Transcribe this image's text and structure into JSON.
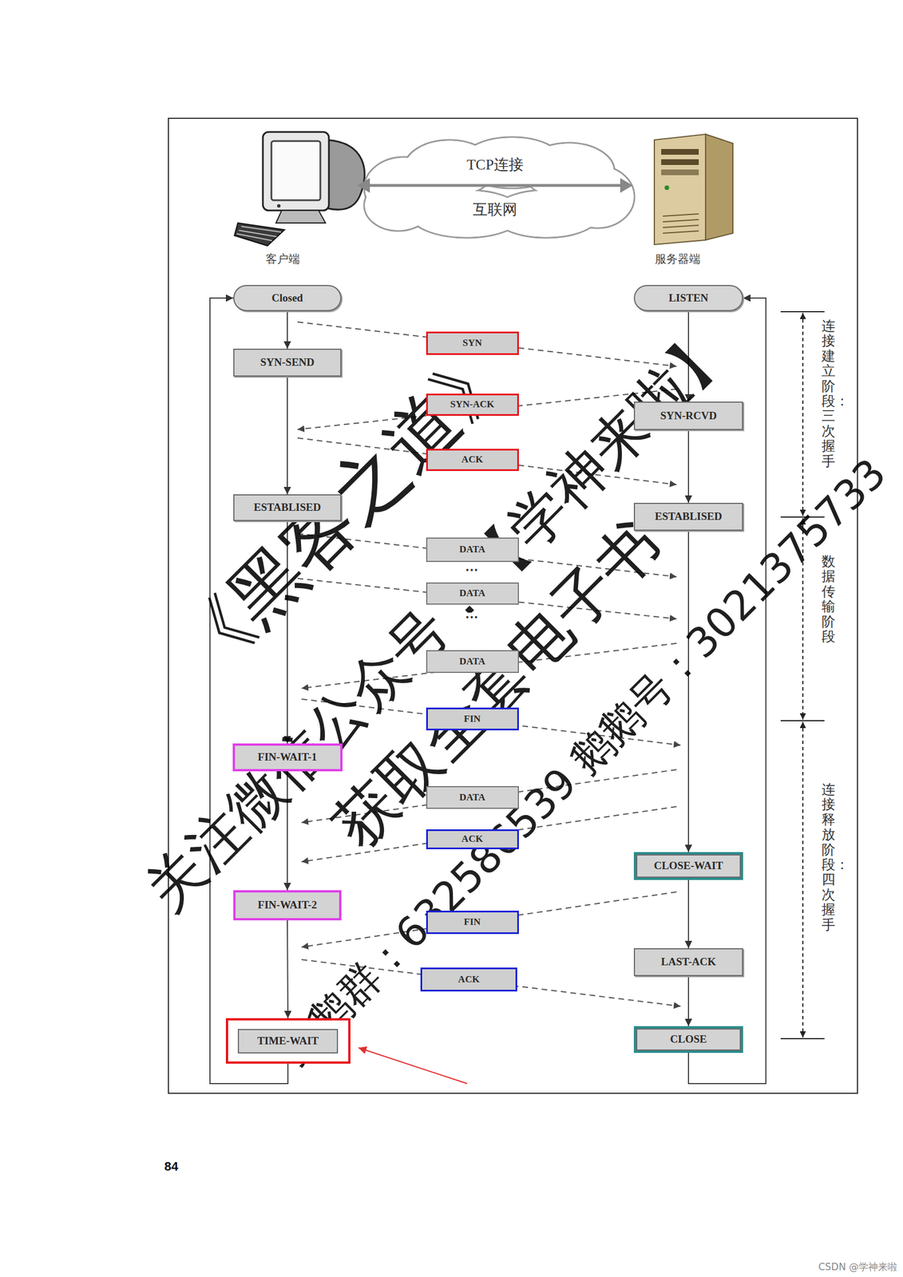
{
  "diagram": {
    "nodes": [
      {
        "text": [
          "TCP连接",
          "互联网"
        ]
      },
      {
        "text": [
          "Closed"
        ]
      },
      {
        "text": [
          "LISTEN"
        ]
      },
      {
        "text": [
          "SYN"
        ]
      },
      {
        "text": [
          "SYN-SEND"
        ]
      },
      {
        "text": [
          "SYN-ACK"
        ]
      },
      {
        "text": [
          "SYN-RCVD"
        ]
      },
      {
        "text": [
          "ACK"
        ]
      },
      {
        "text": [
          "ESTABLISED"
        ]
      },
      {
        "text": [
          "ESTABLISED"
        ]
      },
      {
        "text": [
          "DATA"
        ]
      },
      {
        "text": [
          "DATA"
        ]
      },
      {
        "text": [
          "DATA"
        ]
      },
      {
        "text": [
          "FIN"
        ]
      },
      {
        "text": [
          "FIN-WAIT-1"
        ]
      },
      {
        "text": [
          "DATA"
        ]
      },
      {
        "text": [
          "ACK"
        ]
      },
      {
        "text": [
          "CLOSE-WAIT"
        ]
      },
      {
        "text": [
          "FIN-WAIT-2"
        ]
      },
      {
        "text": [
          "FIN"
        ]
      },
      {
        "text": [
          "LAST-ACK"
        ]
      },
      {
        "text": [
          "ACK"
        ]
      },
      {
        "text": [
          "TIME-WAIT"
        ]
      },
      {
        "text": [
          "CLOSE"
        ]
      }
    ],
    "edges": [
      {
        "from": 1,
        "to": 4,
        "arrow": "to"
      },
      {
        "from": 4,
        "to": 8,
        "arrow": "to"
      },
      {
        "from": 8,
        "to": 14,
        "arrow": "to"
      },
      {
        "from": 14,
        "to": 18,
        "arrow": "to"
      },
      {
        "from": 18,
        "to": 22,
        "arrow": "to"
      },
      {
        "from": 22,
        "to": 1,
        "arrow": "to"
      },
      {
        "from": 2,
        "to": 6,
        "arrow": "to"
      },
      {
        "from": 6,
        "to": 9,
        "arrow": "to"
      },
      {
        "from": 9,
        "to": 17,
        "arrow": "to"
      },
      {
        "from": 17,
        "to": 20,
        "arrow": "to"
      },
      {
        "from": 20,
        "to": 23,
        "arrow": "to"
      },
      {
        "from": 23,
        "to": 2,
        "arrow": "to"
      }
    ],
    "labels": [
      "客户端",
      "服务器端",
      "•••",
      "•••",
      "连接建立阶段：三次握手",
      "数据传输阶段",
      "连接释放阶段：四次握手",
      "《黑客之道》",
      "关注微信公众号：【学神来啦】",
      "获取全套电子书",
      "鹅鹅群：632586539 鹅鹅号：3021375733",
      "84",
      "CSDN @学神来啦"
    ]
  }
}
